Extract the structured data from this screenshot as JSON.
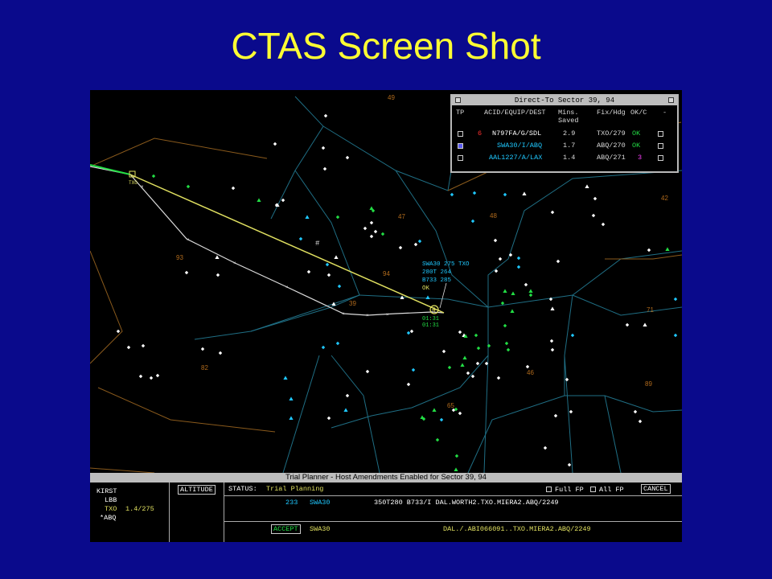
{
  "slide_title": "CTAS Screen Shot",
  "sector_numbers": [
    "49",
    "47",
    "48",
    "42",
    "93",
    "94",
    "39",
    "71",
    "82",
    "46",
    "89",
    "65"
  ],
  "aircraft_tags": {
    "swa30": [
      "SWA30 275 TXO",
      "280T 264",
      "B733 285",
      "OK"
    ],
    "times": [
      "01:31",
      "01:31"
    ]
  },
  "fix_label": "TXO",
  "direct_to": {
    "title": "Direct-To Sector 39, 94",
    "headers": {
      "tp": "TP",
      "acid": "ACID/EQUIP/DEST",
      "mins": "Mins.",
      "saved": "Saved",
      "fix": "Fix/Hdg",
      "okc": "OK/C",
      "dash": "-"
    },
    "rows": [
      {
        "flag": "6",
        "acid": "N797FA/G/SDL",
        "mins": "2.9",
        "fix": "TXO/279",
        "okc": "OK",
        "checked": false
      },
      {
        "flag": "",
        "acid": "SWA30/I/ABQ",
        "mins": "1.7",
        "fix": "ABQ/270",
        "okc": "OK",
        "checked": true
      },
      {
        "flag": "",
        "acid": "AAL1227/A/LAX",
        "mins": "1.4",
        "fix": "ABQ/271",
        "okc": "3",
        "checked": false
      }
    ]
  },
  "trial_planner": {
    "title": "Trial Planner - Host Amendments Enabled for Sector 39, 94",
    "route_list": [
      "KIRST",
      "LBB",
      "TXO",
      "*ABQ"
    ],
    "route_value": "1.4/275",
    "altitude_label": "ALTITUDE",
    "status_label": "STATUS:",
    "status_value": "Trial Planning",
    "full_fp": "Full FP",
    "all_fp": "All FP",
    "cancel": "CANCEL",
    "line1_num": "233",
    "line1_acid": "SWA30",
    "line1_route": "350T280 B733/I DAL.WORTH2.TXO.MIERA2.ABQ/2249",
    "accept": "ACCEPT",
    "line2_acid": "SWA30",
    "line2_route": "DAL./.ABI066091..TXO.MIERA2.ABQ/2249"
  },
  "colors": {
    "background": "#0a0a8c",
    "title": "#ffff33",
    "sector_line": "#1f6e84",
    "sector_orange": "#8a5a1c",
    "target_white": "#ffffff",
    "target_cyan": "#1fc8ff",
    "target_green": "#22dd44",
    "route_yellow": "#e0e060"
  }
}
